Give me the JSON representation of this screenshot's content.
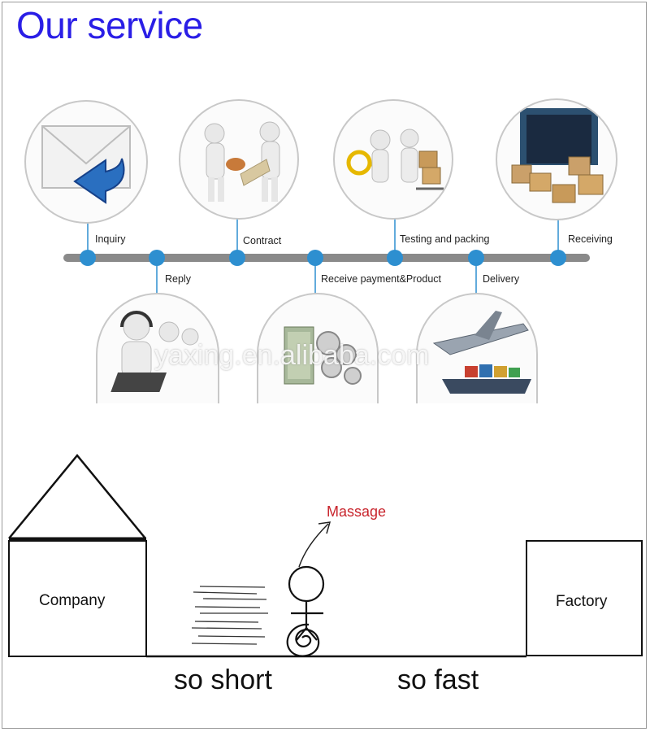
{
  "title": "Our service",
  "process": {
    "steps_top": [
      "Inquiry",
      "Contract",
      "Testing and packing",
      "Receiving"
    ],
    "steps_bottom": [
      "Reply",
      "Receive payment&Product",
      "Delivery"
    ],
    "images": [
      "envelope-reply-icon",
      "handshake-contract-icon",
      "magnifier-boxes-icon",
      "container-boxes-icon",
      "call-center-icon",
      "money-gears-icon",
      "plane-ship-icon"
    ],
    "line_color": "#8a8a8a",
    "node_color": "#2d8fd0"
  },
  "watermark": "yaxing.en.alibaba.com",
  "sketch": {
    "left_label": "Company",
    "right_label": "Factory",
    "message": "Massage",
    "caption_left": "so short",
    "caption_right": "so fast",
    "message_color": "#c8242c"
  }
}
